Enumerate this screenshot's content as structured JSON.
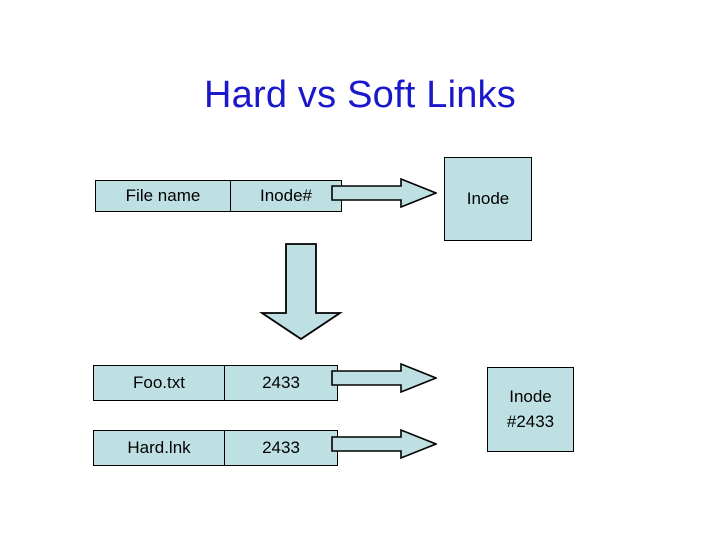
{
  "slide": {
    "title": "Hard vs Soft Links",
    "title_color": "#1a18ca",
    "background_color": "#ffffff",
    "fill_color": "#bfe0e2",
    "border_color": "#000000"
  },
  "header_table": {
    "columns": [
      "File name",
      "Inode#"
    ]
  },
  "rows": [
    {
      "file_name": "Foo.txt",
      "inode_number": "2433"
    },
    {
      "file_name": "Hard.lnk",
      "inode_number": "2433"
    }
  ],
  "inode_boxes": {
    "top": {
      "line1": "Inode"
    },
    "bottom": {
      "line1": "Inode",
      "line2": "#2433"
    }
  },
  "arrows": {
    "right_top": "arrow-right-icon",
    "right_foo": "arrow-right-icon",
    "right_hard": "arrow-right-icon",
    "down_main": "arrow-down-icon"
  }
}
